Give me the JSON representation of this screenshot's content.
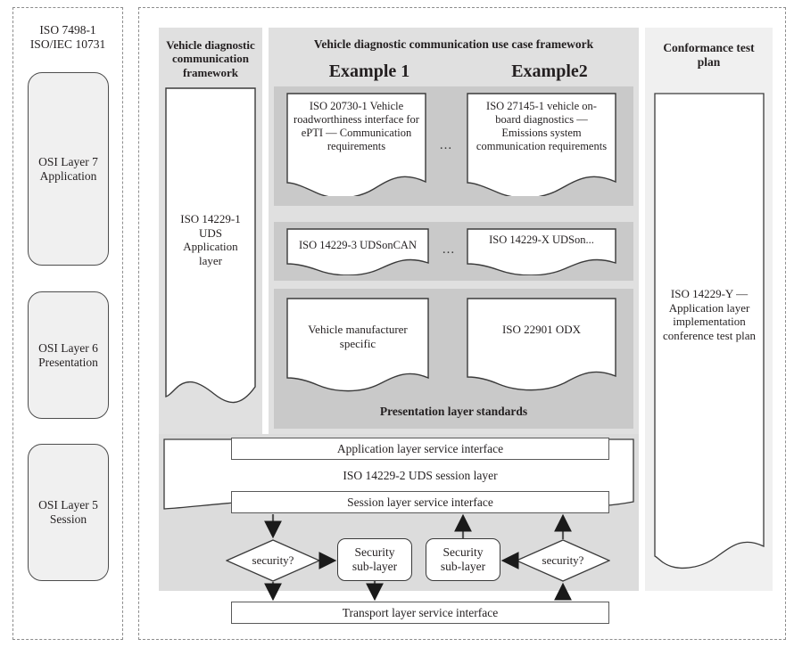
{
  "left_column": {
    "title_line1": "ISO 7498-1",
    "title_line2": "ISO/IEC 10731",
    "layers": [
      {
        "line1": "OSI Layer  7",
        "line2": "Application"
      },
      {
        "line1": "OSI Layer  6",
        "line2": "Presentation"
      },
      {
        "line1": "OSI Layer 5",
        "line2": "Session"
      }
    ]
  },
  "framework_column": {
    "title_line1": "Vehicle diagnostic",
    "title_line2": "communication",
    "title_line3": "framework",
    "document": {
      "line1": "ISO 14229-1",
      "line2": "UDS",
      "line3": "Application",
      "line4": "layer"
    }
  },
  "usecase": {
    "title": "Vehicle diagnostic communication use case framework",
    "example1_label": "Example 1",
    "example2_label": "Example2",
    "ellipsis": "...",
    "application_band": {
      "left_doc": "ISO 20730-1 Vehicle roadworthiness interface for ePTI — Communication requirements",
      "right_doc": "ISO 27145-1 vehicle on-board diagnostics — Emissions system communication requirements"
    },
    "transport_band": {
      "left_doc": "ISO 14229-3 UDSonCAN",
      "right_doc": "ISO 14229-X UDSon..."
    },
    "presentation_band": {
      "left_doc": "Vehicle manufacturer specific",
      "right_doc": "ISO 22901 ODX",
      "caption": "Presentation layer standards"
    }
  },
  "session_section": {
    "application_interface": "Application layer service interface",
    "session_layer_title": "ISO  14229-2 UDS session layer",
    "session_interface": "Session layer service interface",
    "transport_interface": "Transport layer service interface",
    "decision_left": "security?",
    "decision_right": "security?",
    "security_box_left_line1": "Security",
    "security_box_left_line2": "sub-layer",
    "security_box_right_line1": "Security",
    "security_box_right_line2": "sub-layer"
  },
  "conformance": {
    "title_line1": "Conformance test",
    "title_line2": "plan",
    "document": "ISO 14229-Y — Application layer implementation conference test plan"
  },
  "colors": {
    "panel_light": "#e0e0e0",
    "band_gray": "#c9c9c9",
    "conf_gray": "#f0f0f0",
    "session_gray": "#dcdcdc",
    "osi_fill": "#f0f0f0",
    "stroke": "#3a3a3a",
    "dashed": "#8d8d8d"
  }
}
